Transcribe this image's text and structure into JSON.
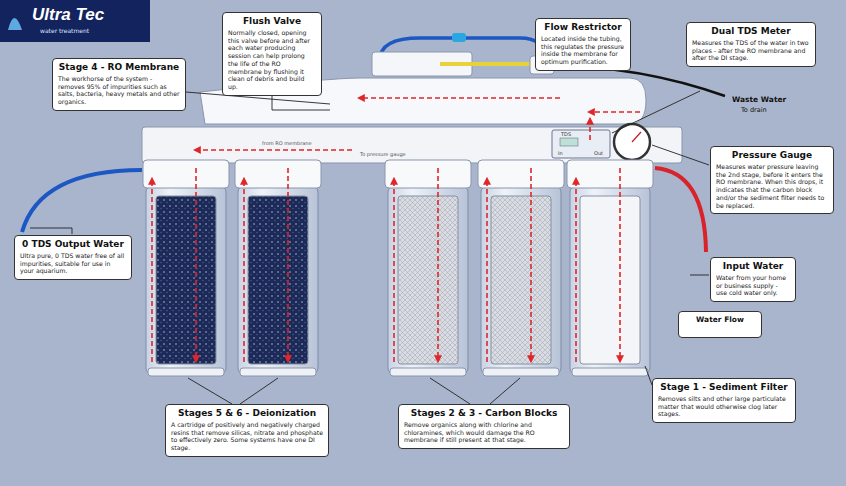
{
  "diagram": {
    "nodes": [
      {
        "text": [
          "Flush Valve",
          "Normally closed, opening this valve before and after each water producing session can help prolong the life of the RO membrane by flushing it clean of debris and build up."
        ]
      },
      {
        "text": [
          "Flow Restrictor",
          "Located inside the tubing, this regulates the pressure inside the membrane for optimum purification."
        ]
      },
      {
        "text": [
          "Dual TDS Meter",
          "Measures the TDS of the water in two places - after the RO membrane and after the DI stage."
        ]
      },
      {
        "text": [
          "Stage 4 - RO Membrane",
          "The workhorse of the system - removes 95% of impurities such as salts, bacteria, heavy metals and other organics."
        ]
      },
      {
        "text": [
          "Pressure Gauge",
          "Measures water pressure leaving the 2nd stage, before it enters the RO membrane. When this drops, it indicates that the carbon block and/or the sediment filter needs to be replaced."
        ]
      },
      {
        "text": [
          "0 TDS Output Water",
          "Ultra pure, 0 TDS water free of all impurities, suitable for use in your aquarium."
        ]
      },
      {
        "text": [
          "Input Water",
          "Water from your home or business supply - use cold water only."
        ]
      },
      {
        "text": [
          "Stage 1 - Sediment Filter",
          "Removes silts and other large particulate matter that would otherwise clog later stages."
        ]
      },
      {
        "text": [
          "Stages 5 & 6 - Deionization",
          "A cartridge of positively and negatively charged resins that remove silicas, nitrate and phosphate to effectively zero. Some systems have one DI stage."
        ]
      },
      {
        "text": [
          "Stages 2 & 3 - Carbon Blocks",
          "Remove organics along with chlorine and chloramines, which would damage the RO membrane if still present at that stage."
        ]
      }
    ],
    "labels": [
      "Ultra Tec",
      "water treatment",
      "Waste Water",
      "To drain",
      "from RO membrane",
      "To pressure gauge",
      "TDS",
      "In",
      "Out"
    ],
    "legend": [
      {
        "text": "Water Flow"
      }
    ]
  }
}
